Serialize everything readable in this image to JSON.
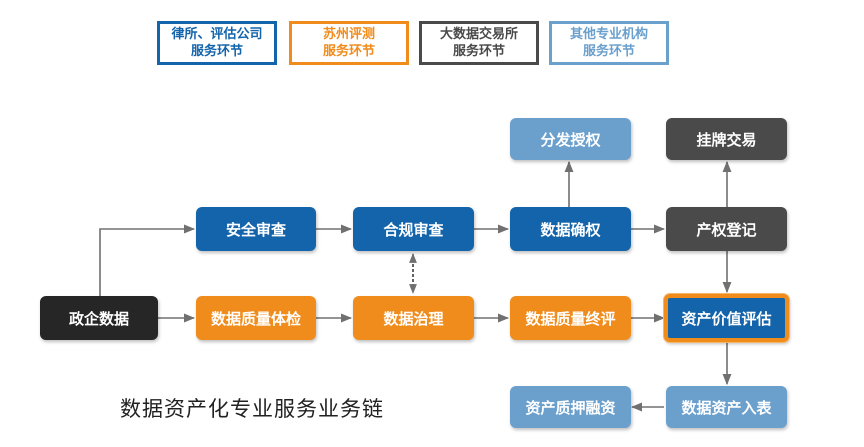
{
  "legend": [
    {
      "line1": "律所、评估公司",
      "line2": "服务环节",
      "color": "#1464ab"
    },
    {
      "line1": "苏州评测",
      "line2": "服务环节",
      "color": "#f08c1c"
    },
    {
      "line1": "大数据交易所",
      "line2": "服务环节",
      "color": "#4a4a4a"
    },
    {
      "line1": "其他专业机构",
      "line2": "服务环节",
      "color": "#6b9fcc"
    }
  ],
  "nodes": {
    "gov_data": "政企数据",
    "security_review": "安全审查",
    "compliance_review": "合规审查",
    "data_rights": "数据确权",
    "distribution_auth": "分发授权",
    "property_registration": "产权登记",
    "listing_trading": "挂牌交易",
    "quality_check": "数据质量体检",
    "data_governance": "数据治理",
    "quality_final_eval": "数据质量终评",
    "asset_valuation": "资产价值评估",
    "asset_on_balance": "数据资产入表",
    "asset_pledge_finance": "资产质押融资"
  },
  "caption": "数据资产化专业服务业务链",
  "colors": {
    "blue": "#1464ab",
    "orange": "#f08c1c",
    "gray": "#4a4a4a",
    "black": "#262626",
    "light_blue": "#6b9fcc",
    "arrow": "#707070"
  }
}
